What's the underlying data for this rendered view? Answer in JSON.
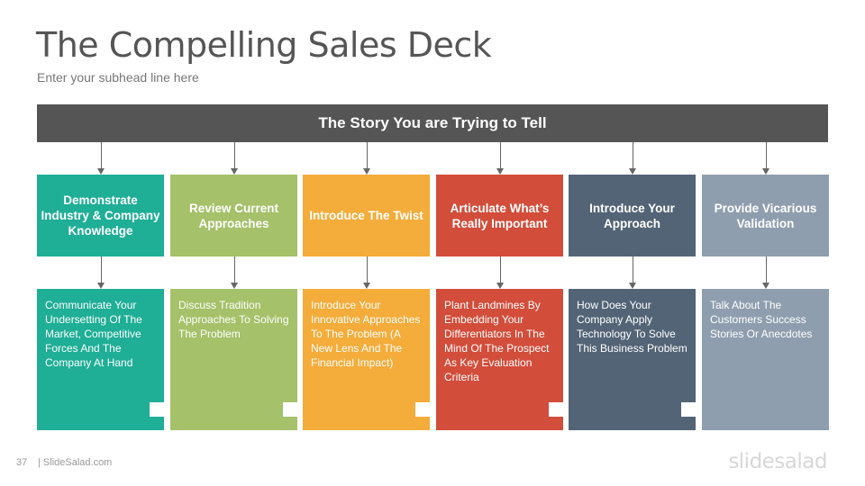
{
  "slide": {
    "title": "The Compelling Sales Deck",
    "subhead": "Enter your subhead line here",
    "banner": "The Story You are Trying to Tell",
    "page_number": "37",
    "footer": "| SlideSalad.com",
    "logo": "slidesalad"
  },
  "steps": [
    {
      "heading": "Demonstrate Industry & Company Knowledge",
      "body": "Communicate Your Undersetting Of The Market, Competitive Forces And The Company At Hand",
      "color": "#1fae96"
    },
    {
      "heading": "Review Current Approaches",
      "body": "Discuss Tradition Approaches To Solving The Problem",
      "color": "#a5c169"
    },
    {
      "heading": "Introduce The Twist",
      "body": "Introduce Your Innovative Approaches To The Problem (A New Lens And The Financial Impact)",
      "color": "#f4ac3a"
    },
    {
      "heading": "Articulate What’s Really Important",
      "body": "Plant Landmines By Embedding Your Differentiators In The Mind Of The Prospect As Key Evaluation Criteria",
      "color": "#d24d3a"
    },
    {
      "heading": "Introduce Your Approach",
      "body": "How Does Your Company Apply Technology To Solve This Business Problem",
      "color": "#536476"
    },
    {
      "heading": "Provide Vicarious Validation",
      "body": "Talk About The Customers Success Stories Or Anecdotes",
      "color": "#8f9eae"
    }
  ],
  "icons": {
    "arrow": "arrow-right-icon",
    "connector": "arrow-down-icon"
  }
}
